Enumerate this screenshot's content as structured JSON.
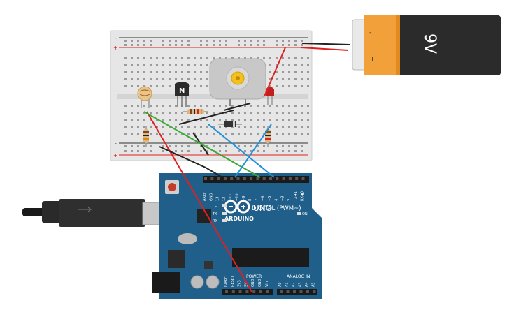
{
  "battery": {
    "label": "9V",
    "minus": "-",
    "plus": "+"
  },
  "transistor": {
    "label": "N"
  },
  "breadboard": {
    "rail_minus": "-",
    "rail_plus": "+"
  },
  "arduino": {
    "brand": "ARDUINO",
    "model": "UNO",
    "digital_label": "DIGITAL (PWM~)",
    "power_label": "POWER",
    "analog_label": "ANALOG IN",
    "on_label": "ON",
    "led_l": "L",
    "led_tx": "TX",
    "led_rx": "RX",
    "digital_pins": [
      "AREF",
      "GND",
      "13",
      "12",
      "~11",
      "~10",
      "~9",
      "8",
      "7",
      "~6",
      "~5",
      "4",
      "~3",
      "2",
      "TX➜1",
      "RX◀0"
    ],
    "power_pins": [
      "IOREF",
      "RESET",
      "3V3",
      "5V",
      "GND",
      "GND",
      "Vin"
    ],
    "analog_pins": [
      "A0",
      "A1",
      "A2",
      "A3",
      "A4",
      "A5"
    ]
  },
  "colors": {
    "board": "#1f5f8a",
    "battery_body": "#2b2b2b",
    "battery_cap": "#f2a13a",
    "wire_red": "#e02020",
    "wire_black": "#222222",
    "wire_green": "#3aaa35",
    "wire_blue": "#1e90d8"
  }
}
